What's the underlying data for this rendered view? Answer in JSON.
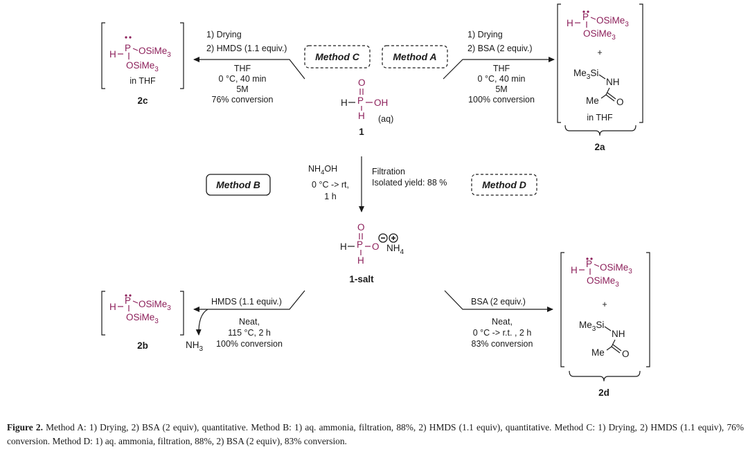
{
  "figure": {
    "caption_label": "Figure 2.",
    "caption_text": " Method A: 1) Drying, 2) BSA (2 equiv), quantitative. Method B: 1) aq. ammonia, filtration, 88%, 2) HMDS (1.1 equiv), quantitative. Method C: 1) Drying, 2) HMDS (1.1 equiv), 76% conversion. Method D: 1) aq. ammonia, filtration, 88%, 2) BSA (2 equiv), 83% conversion."
  },
  "methods": {
    "a": "Method A",
    "b": "Method B",
    "c": "Method C",
    "d": "Method D"
  },
  "compounds": {
    "c1": {
      "label": "1",
      "note": "(aq)"
    },
    "salt": {
      "label": "1-salt",
      "cation": "NH",
      "cation_sub": "4"
    },
    "c2a": {
      "label": "2a",
      "solvent": "in THF",
      "plus": "+"
    },
    "c2b": {
      "label": "2b",
      "byproduct": "NH",
      "byproduct_sub": "3"
    },
    "c2c": {
      "label": "2c",
      "solvent": "in THF"
    },
    "c2d": {
      "label": "2d",
      "plus": "+"
    }
  },
  "atoms": {
    "H": "H",
    "P": "P",
    "O": "O",
    "OH": "OH",
    "osime": "OSiMe",
    "three": "3",
    "me": "Me",
    "si": "Si",
    "nh": "NH"
  },
  "conditions": {
    "c_drying": "1) Drying",
    "c_reagent": "2) HMDS (1.1 equiv.)",
    "c_solvent": "THF",
    "c_temp": "0 °C, 40 min",
    "c_conc": "5M",
    "c_conv": "76% conversion",
    "a_drying": "1) Drying",
    "a_reagent": "2) BSA (2 equiv.)",
    "a_solvent": "THF",
    "a_temp": "0 °C, 40 min",
    "a_conc": "5M",
    "a_conv": "100% conversion",
    "b_reagent": "NH",
    "b_reagent_sub": "4",
    "b_reagent_tail": "OH",
    "b_temp": "0 °C -> rt,",
    "b_time": "1 h",
    "b_workup": "Filtration",
    "b_yield": "Isolated yield: 88 %",
    "hmds": "HMDS (1.1 equiv.)",
    "hmds_neat": "Neat,",
    "hmds_temp": "115 °C, 2 h",
    "hmds_conv": "100% conversion",
    "bsa": "BSA (2 equiv.)",
    "bsa_neat": "Neat,",
    "bsa_temp": "0 °C -> r.t. , 2 h",
    "bsa_conv": "83% conversion"
  }
}
